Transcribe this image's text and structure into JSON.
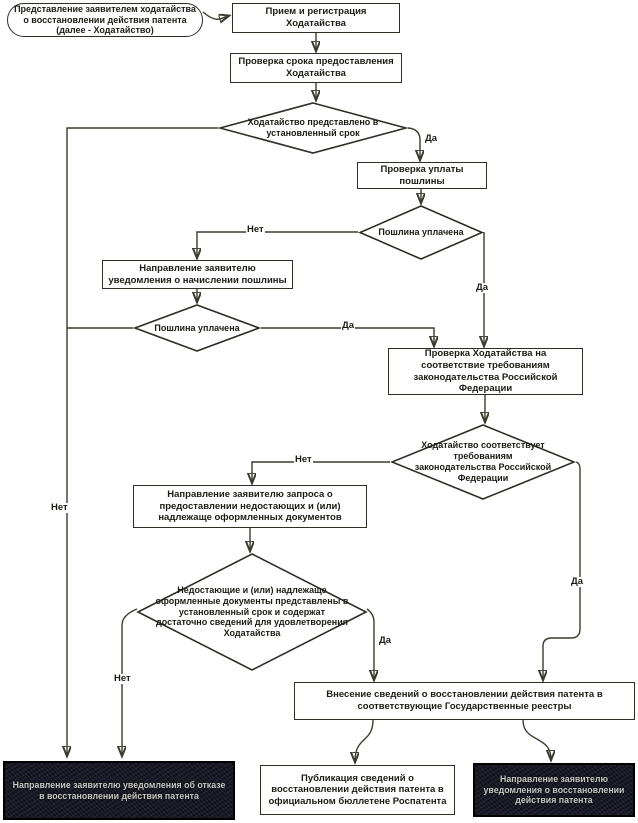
{
  "diagram": {
    "nodes": {
      "start": {
        "label": "Представление заявителем ходатайства о восстановлении действия патента (далее - Ходатайство)"
      },
      "receive": {
        "label": "Прием и регистрация Ходатайства"
      },
      "check_term": {
        "label": "Проверка срока предоставления Ходатайства"
      },
      "d_term": {
        "label": "Ходатайство представлено в установленный срок"
      },
      "check_fee": {
        "label": "Проверка уплаты пошлины"
      },
      "d_fee1": {
        "label": "Пошлина уплачена"
      },
      "notify_fee": {
        "label": "Направление заявителю уведомления о начислении пошлины"
      },
      "d_fee2": {
        "label": "Пошлина уплачена"
      },
      "check_law": {
        "label": "Проверка Ходатайства на соответствие требованиям законодательства Российской Федерации"
      },
      "d_law": {
        "label": "Ходатайство соответствует требованиям законодательства Российской Федерации"
      },
      "request_docs": {
        "label": "Направление заявителю запроса о предоставлении недостающих и (или) надлежаще оформленных документов"
      },
      "d_docs": {
        "label": "Недостающие и (или) надлежаще оформленные документы представлены в установленный срок и содержат достаточно сведений для удовлетворения Ходатайства"
      },
      "registry": {
        "label": "Внесение сведений о восстановлении действия патента  в соответствующие Государственные реестры"
      },
      "refuse": {
        "label": "Направление заявителю уведомления об отказе в восстановлении действия патента"
      },
      "publish": {
        "label": "Публикация сведений о восстановлении действия патента  в официальном бюллетене Роспатента"
      },
      "notify_restore": {
        "label": "Направление заявителю уведомления о восстановлении действия патента"
      }
    },
    "labels": {
      "yes": "Да",
      "no": "Нет"
    },
    "colors": {
      "line": "#3b3b2f",
      "box_border": "#2e2e27",
      "dark_box_bg": "#13131d",
      "dark_box_text": "#c6c6c4"
    }
  }
}
